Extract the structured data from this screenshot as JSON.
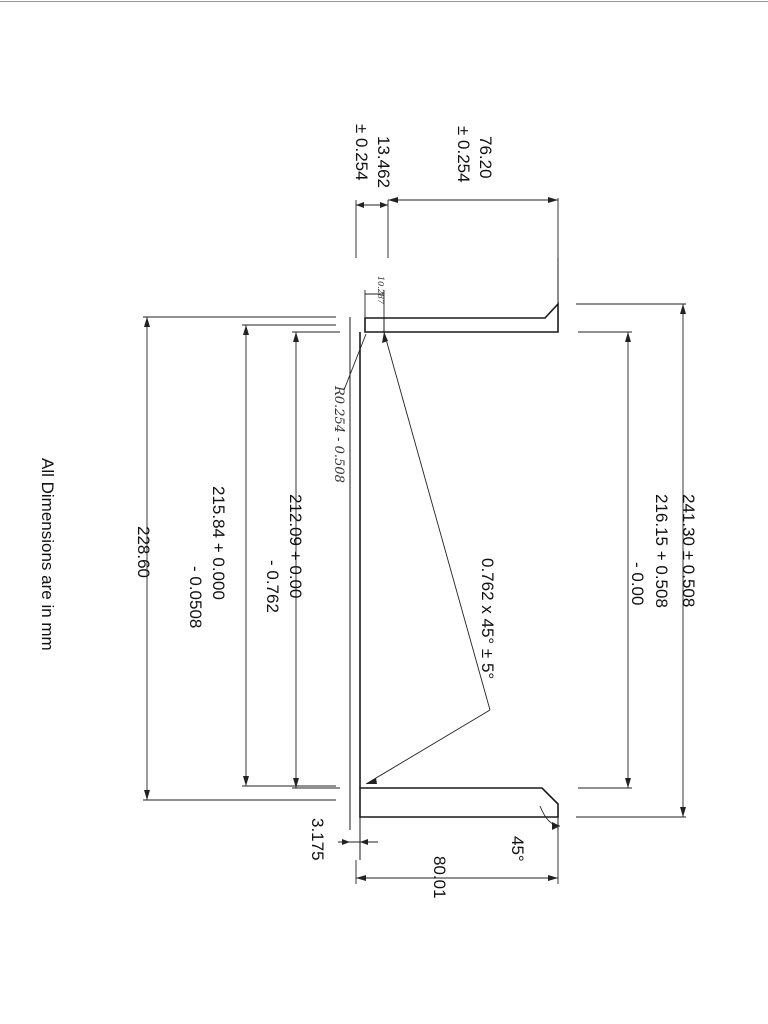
{
  "notes": {
    "units": "All Dimensions are in mm"
  },
  "dimensions": {
    "d76_value": "76.20",
    "d76_tol": "± 0.254",
    "d13_value": "13.462",
    "d13_tol": "± 0.254",
    "d10_value": "10.287",
    "radius_callout": "R0.254 - 0.508",
    "d241": "241.30 ± 0.508",
    "d216_line1": "216.15 + 0.508",
    "d216_line2": "- 0.00",
    "chamfer": "0.762 x 45° ± 5°",
    "d212_line1": "212.09 + 0.00",
    "d212_line2": "- 0.762",
    "d215_line1": "215.84  + 0.000",
    "d215_line2": "- 0.0508",
    "d228": "228.60",
    "d3": "3.175",
    "d80": "80.01",
    "angle": "45°"
  }
}
